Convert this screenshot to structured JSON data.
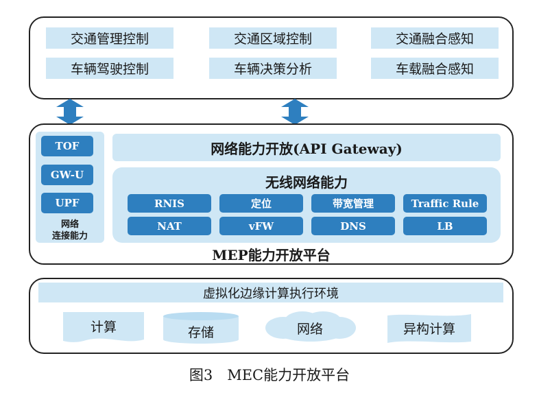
{
  "apps": {
    "row1": [
      "交通管理控制",
      "交通区域控制",
      "交通融合感知"
    ],
    "row2": [
      "车辆驾驶控制",
      "车辆决策分析",
      "车载融合感知"
    ]
  },
  "network": {
    "items": [
      "TOF",
      "GW-U",
      "UPF"
    ],
    "label_line1": "网络",
    "label_line2": "连接能力"
  },
  "api_gateway": "网络能力开放(API Gateway)",
  "wireless": {
    "title": "无线网络能力",
    "row1": [
      "RNIS",
      "定位",
      "带宽管理",
      "Traffic Rule"
    ],
    "row2": [
      "NAT",
      "vFW",
      "DNS",
      "LB"
    ]
  },
  "mep_title": "MEP能力开放平台",
  "virtual_env": "虚拟化边缘计算执行环境",
  "resources": {
    "compute": "计算",
    "storage": "存储",
    "network": "网络",
    "hetero": "异构计算"
  },
  "caption": "图3　MEC能力开放平台",
  "colors": {
    "light_blue": "#cfe7f5",
    "mid_blue": "#a7d1ec",
    "button_blue": "#2e7fbf"
  }
}
